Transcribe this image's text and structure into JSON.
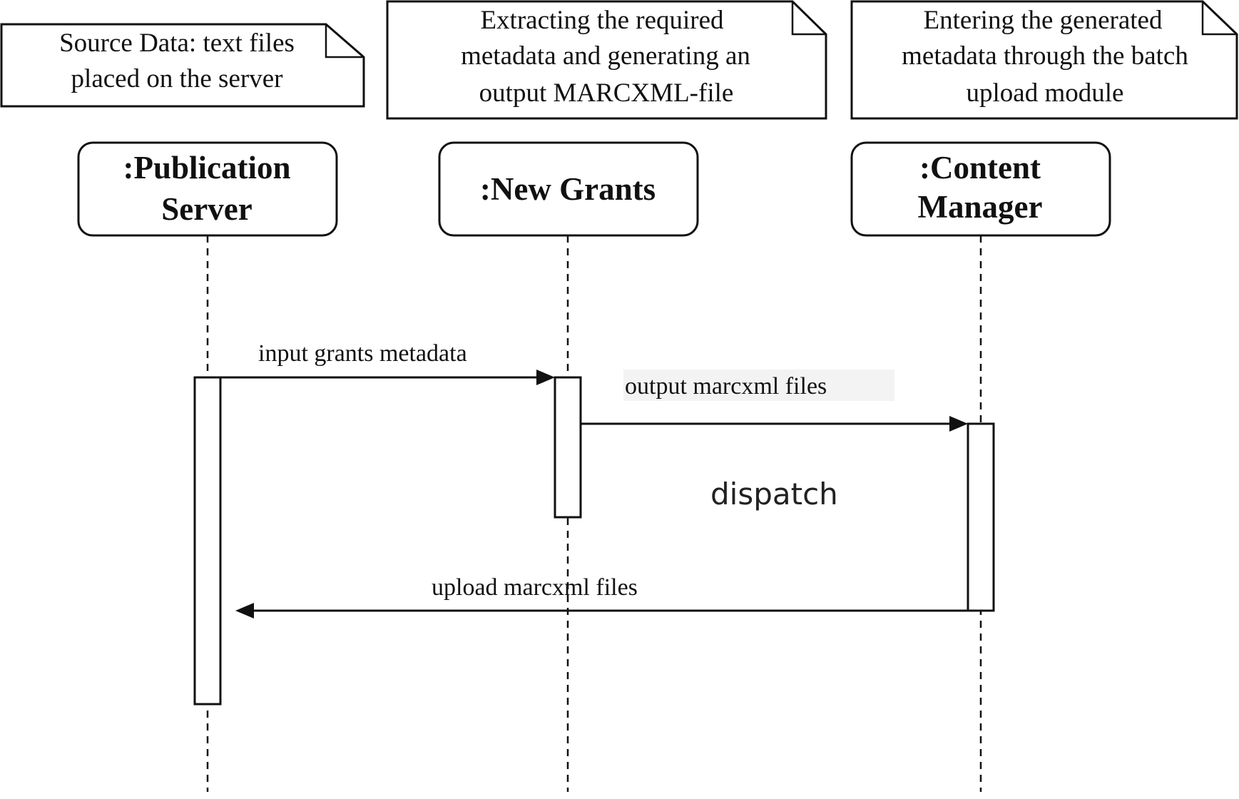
{
  "notes": [
    {
      "id": "note-source-data",
      "lines": [
        "Source Data: text files",
        "placed on the server"
      ]
    },
    {
      "id": "note-extracting",
      "lines": [
        "Extracting the required",
        "metadata and generating an",
        "output MARCXML-file"
      ]
    },
    {
      "id": "note-entering",
      "lines": [
        "Entering the generated",
        "metadata through the batch",
        "upload module"
      ]
    }
  ],
  "lifelines": [
    {
      "id": "publication-server",
      "lines": [
        ":Publication",
        "Server"
      ]
    },
    {
      "id": "new-grants",
      "lines": [
        ":New Grants"
      ]
    },
    {
      "id": "content-manager",
      "lines": [
        ":Content",
        "Manager"
      ]
    }
  ],
  "messages": [
    {
      "id": "input-grants-metadata",
      "label": "input grants metadata",
      "from": "publication-server",
      "to": "new-grants"
    },
    {
      "id": "output-marcxml-files",
      "label": "output marcxml files",
      "from": "new-grants",
      "to": "content-manager"
    },
    {
      "id": "upload-marcxml-files",
      "label": "upload marcxml files",
      "from": "content-manager",
      "to": "publication-server"
    }
  ],
  "free_text": {
    "dispatch": "dispatch"
  },
  "colors": {
    "stroke": "#111111",
    "fill": "#ffffff",
    "label_highlight": "#f3f3f3"
  }
}
